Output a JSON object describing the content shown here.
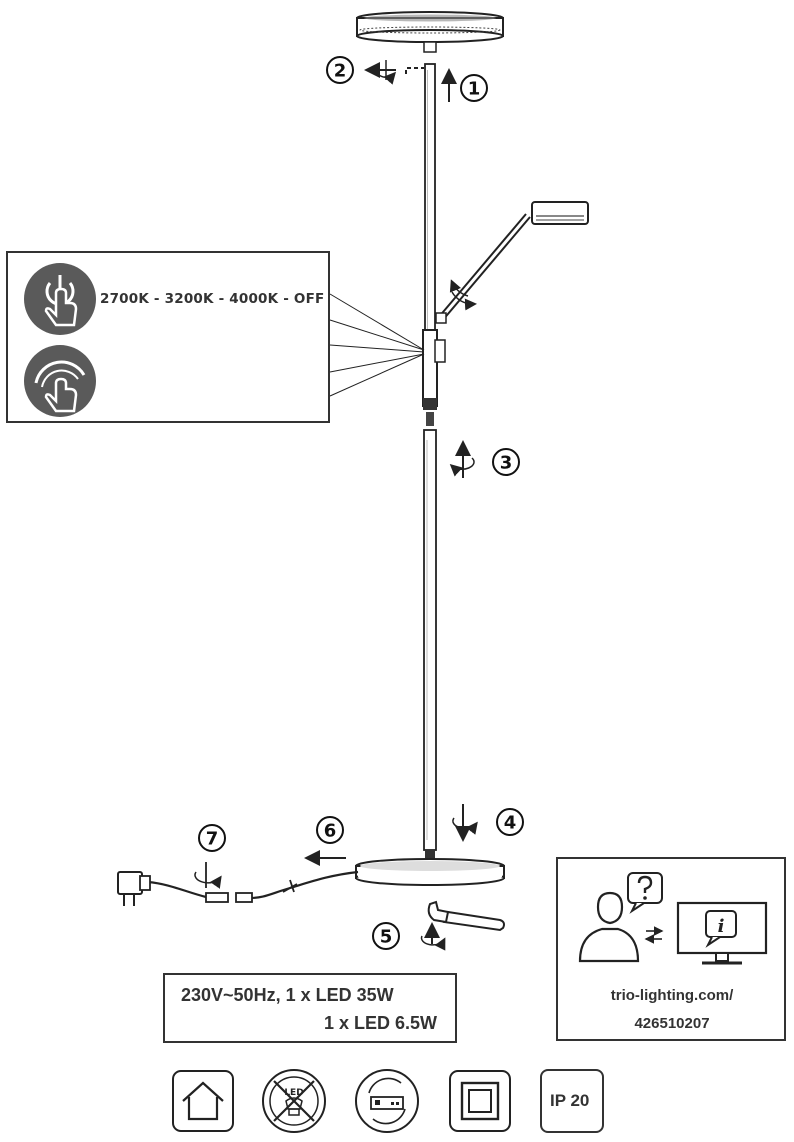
{
  "steps": [
    "1",
    "2",
    "3",
    "4",
    "5",
    "6",
    "7"
  ],
  "controls": {
    "color_temperature_text": "2700K - 3200K - 4000K - OFF",
    "touch_icon": "touch-power-icon",
    "dim_icon": "touch-dim-icon"
  },
  "specs": {
    "line1": "230V~50Hz, 1 x LED 35W",
    "line2": "1 x LED 6.5W"
  },
  "support": {
    "url_line1": "trio-lighting.com/",
    "url_line2": "426510207"
  },
  "symbols": {
    "indoor": "indoor-use-icon",
    "led_not_replaceable": "led-not-replaceable-icon",
    "driver_replaceable": "driver-replaceable-icon",
    "protection_class": "protection-class-ii-icon",
    "ip_rating": "IP 20"
  },
  "colors": {
    "line": "#222222",
    "icon_fill": "#5a5a5a",
    "panel_border": "#333333"
  }
}
